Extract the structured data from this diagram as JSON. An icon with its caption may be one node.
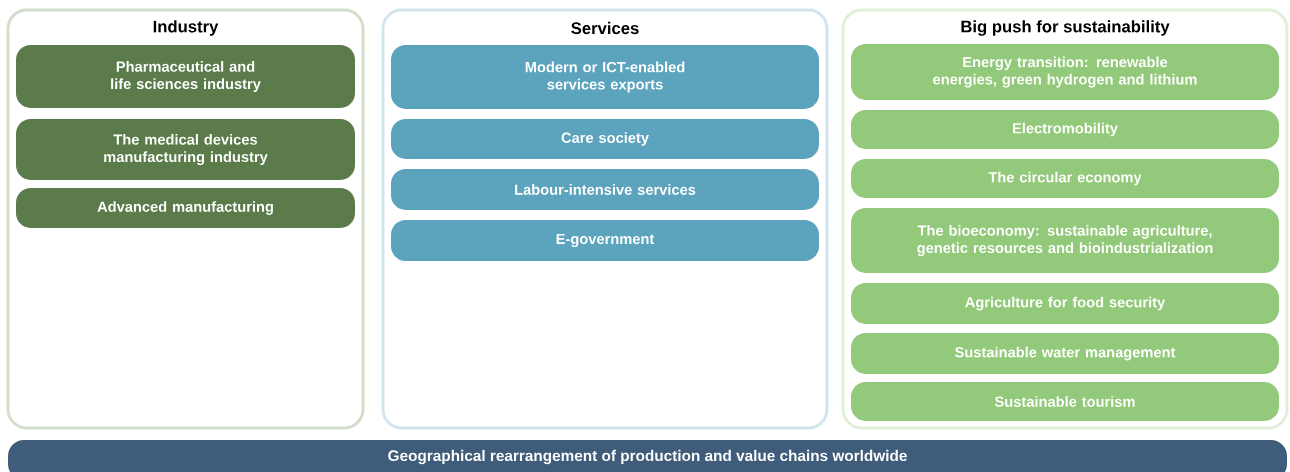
{
  "diagram": {
    "nodes": [
      {
        "text": [
          "Industry"
        ]
      },
      {
        "text": [
          "Pharmaceutical and life sciences industry"
        ],
        "in": 0
      },
      {
        "text": [
          "The medical devices manufacturing industry"
        ],
        "in": 0
      },
      {
        "text": [
          "Advanced manufacturing"
        ],
        "in": 0
      },
      {
        "text": [
          "Services"
        ]
      },
      {
        "text": [
          "Modern or ICT-enabled services exports"
        ],
        "in": 4
      },
      {
        "text": [
          "Care society"
        ],
        "in": 4
      },
      {
        "text": [
          "Labour-intensive services"
        ],
        "in": 4
      },
      {
        "text": [
          "E-government"
        ],
        "in": 4
      },
      {
        "text": [
          "Big push for sustainability"
        ]
      },
      {
        "text": [
          "Energy transition: renewable energies, green hydrogen and lithium"
        ],
        "in": 9
      },
      {
        "text": [
          "Electromobility"
        ],
        "in": 9
      },
      {
        "text": [
          "The circular economy"
        ],
        "in": 9
      },
      {
        "text": [
          "The bioeconomy: sustainable agriculture, genetic resources and bioindustrialization"
        ],
        "in": 9
      },
      {
        "text": [
          "Agriculture for food security"
        ],
        "in": 9
      },
      {
        "text": [
          "Sustainable water management"
        ],
        "in": 9
      },
      {
        "text": [
          "Sustainable tourism"
        ],
        "in": 9
      },
      {
        "text": [
          "Geographical rearrangement of production and value chains worldwide"
        ]
      }
    ]
  }
}
